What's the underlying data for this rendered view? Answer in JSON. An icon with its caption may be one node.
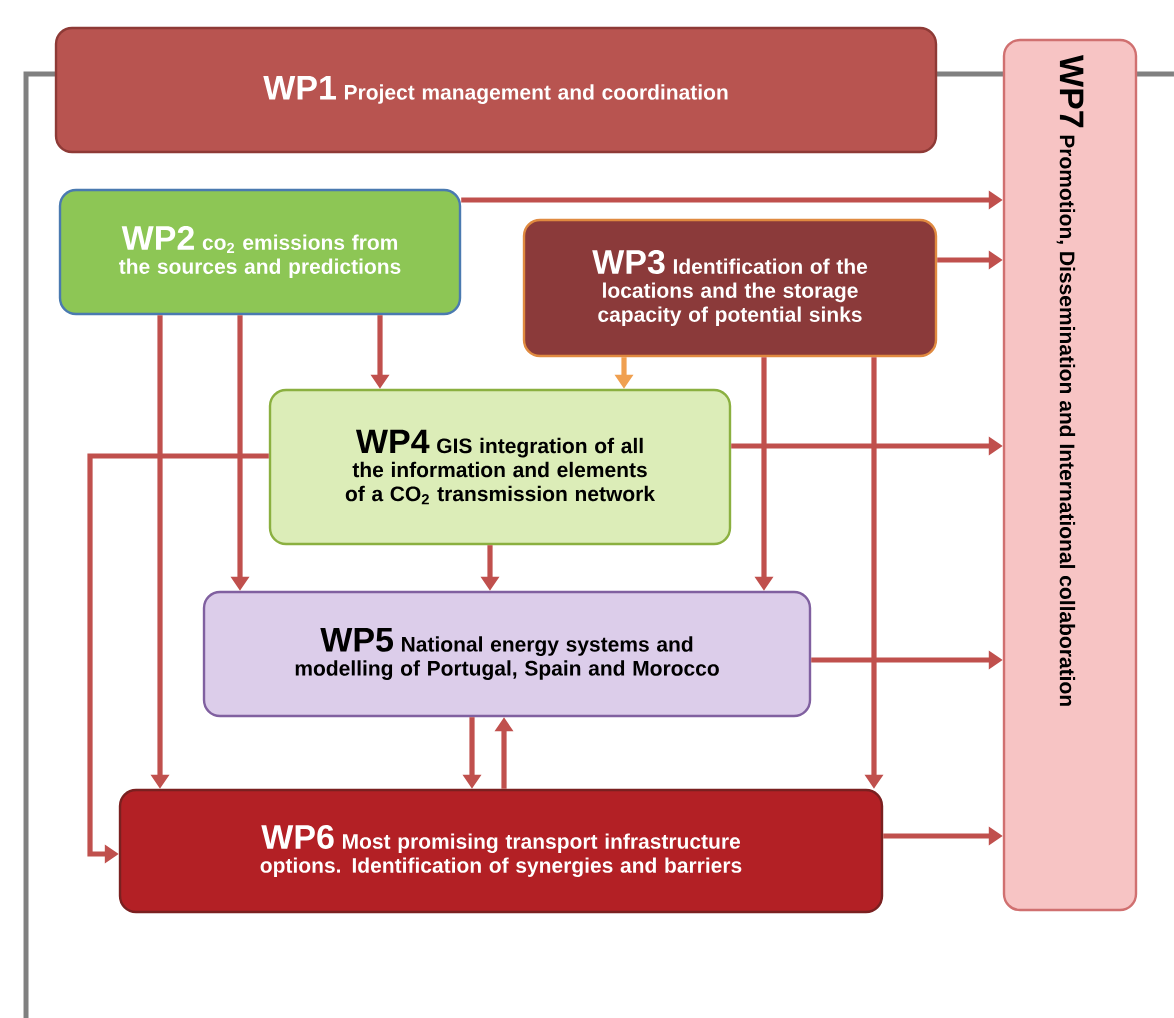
{
  "diagram": {
    "nodes": [
      {
        "text": [
          "WP1",
          "Project management and coordination"
        ]
      },
      {
        "text": [
          "WP2",
          "co$_{2}$ emissions from the sources and predictions"
        ]
      },
      {
        "text": [
          "WP3",
          "Identification of the locations and the storage capacity of potential sinks"
        ]
      },
      {
        "text": [
          "WP4",
          "GIS integration of all the information and elements of a CO$_{2}$ transmission network"
        ]
      },
      {
        "text": [
          "WP5",
          "National energy systems and modelling of Portugal, Spain and Morocco"
        ]
      },
      {
        "text": [
          "WP6",
          "Most promising transport infrastructure options. Identification of synergies and barriers"
        ]
      },
      {
        "text": [
          "WP7",
          "Promotion, Dissemination and International collaboration"
        ]
      }
    ],
    "edges": [
      {
        "from": 1,
        "to": 6,
        "arrow": "to"
      },
      {
        "from": 2,
        "to": 6,
        "arrow": "to"
      },
      {
        "from": 1,
        "to": 5,
        "arrow": "to"
      },
      {
        "from": 1,
        "to": 4,
        "arrow": "to"
      },
      {
        "from": 1,
        "to": 3,
        "arrow": "to"
      },
      {
        "from": 2,
        "to": 3,
        "arrow": "to",
        "color": "#f0a050"
      },
      {
        "from": 2,
        "to": 4,
        "arrow": "to"
      },
      {
        "from": 2,
        "to": 5,
        "arrow": "to"
      },
      {
        "from": 3,
        "to": 5,
        "arrow": "to"
      },
      {
        "from": 3,
        "to": 6,
        "arrow": "to"
      },
      {
        "from": 3,
        "to": 4,
        "arrow": "to"
      },
      {
        "from": 4,
        "to": 6,
        "arrow": "to"
      },
      {
        "from": 4,
        "to": 5,
        "arrow": "to"
      },
      {
        "from": 5,
        "to": 4,
        "arrow": "to"
      },
      {
        "from": 5,
        "to": 6,
        "arrow": "to"
      }
    ]
  }
}
